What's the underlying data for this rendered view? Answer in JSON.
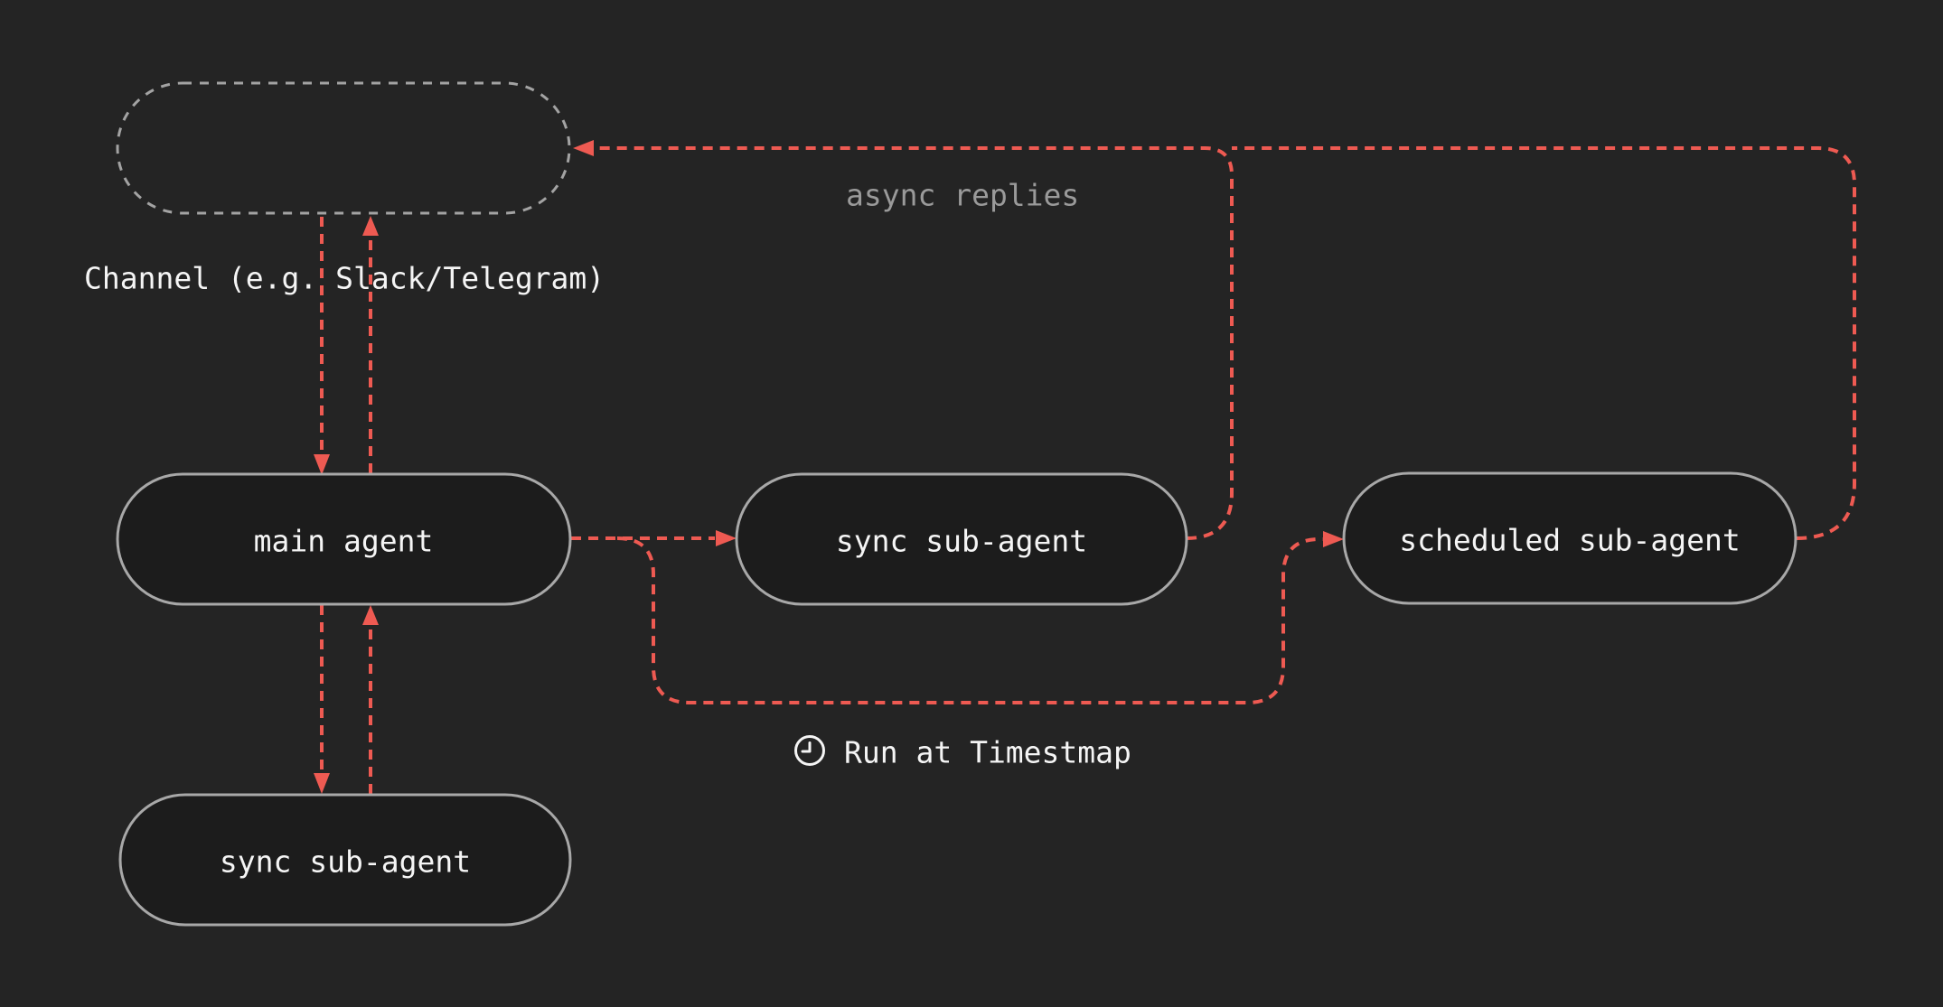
{
  "title": "agent architecture diagram",
  "colors": {
    "background": "#242424",
    "node_fill": "#1c1c1c",
    "node_border": "#a8a8a8",
    "channel_dashed_border": "#a3a3a3",
    "arrow_accent": "#ee5a52",
    "text": "#f5f5f5",
    "muted_text": "#9a9a9a"
  },
  "nodes": {
    "channel": {
      "label": ""
    },
    "main_agent": {
      "label": "main agent"
    },
    "sync_sub_agent": {
      "label": "sync sub-agent"
    },
    "scheduled_sub_agent": {
      "label": "scheduled sub-agent"
    },
    "sync_sub_agent_bottom": {
      "label": "sync sub-agent"
    }
  },
  "labels": {
    "channel_caption": "Channel (e.g. Slack/Telegram)",
    "async_replies": "async replies",
    "run_at_timestamp": "Run at Timestmap"
  },
  "icons": {
    "clock": "clock-icon"
  }
}
